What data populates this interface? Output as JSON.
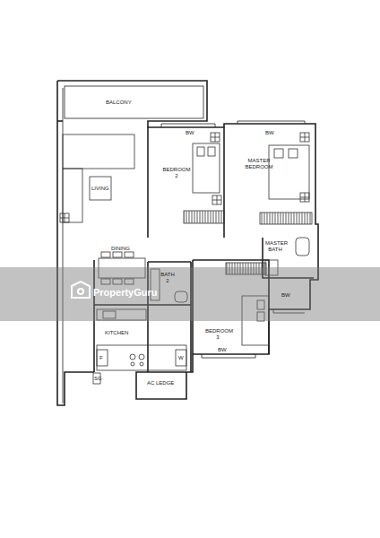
{
  "diagram": {
    "labels": [
      "BALCONY",
      "BW",
      "BW",
      "BEDROOM 2",
      "MASTER BEDROOM",
      "LIVING",
      "DINING",
      "BATH 2",
      "MASTER BATH",
      "BEDROOM 3",
      "BW",
      "BW",
      "KITCHEN",
      "F",
      "W",
      "SG",
      "AC LEDGE",
      "PropertyGuru"
    ]
  }
}
